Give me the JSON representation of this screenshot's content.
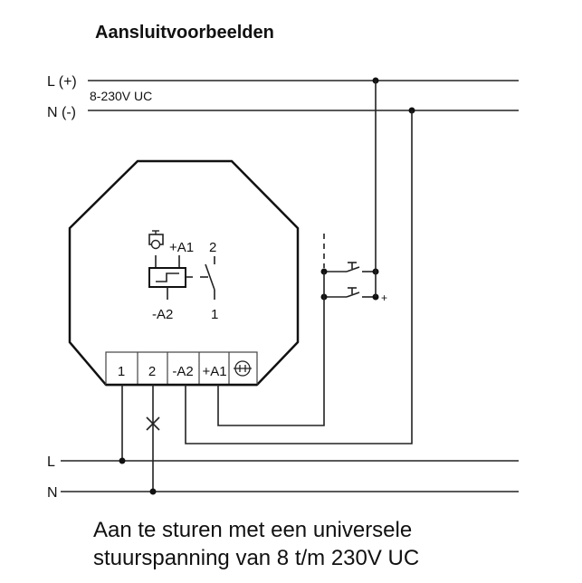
{
  "title": "Aansluitvoorbeelden",
  "supply": {
    "l_label": "L (+)",
    "n_label": "N (-)",
    "voltage": "8-230V UC"
  },
  "device": {
    "symbol_labels": {
      "a1": "+A1",
      "a2": "-A2",
      "contact_top": "2",
      "contact_bottom": "1"
    },
    "terminals": [
      "1",
      "2",
      "-A2",
      "+A1"
    ]
  },
  "pushbutton_plus": "+",
  "load": {
    "l_label": "L",
    "n_label": "N"
  },
  "caption": {
    "line1": "Aan te sturen met een universele",
    "line2": "stuurspanning van 8 t/m 230V UC"
  }
}
